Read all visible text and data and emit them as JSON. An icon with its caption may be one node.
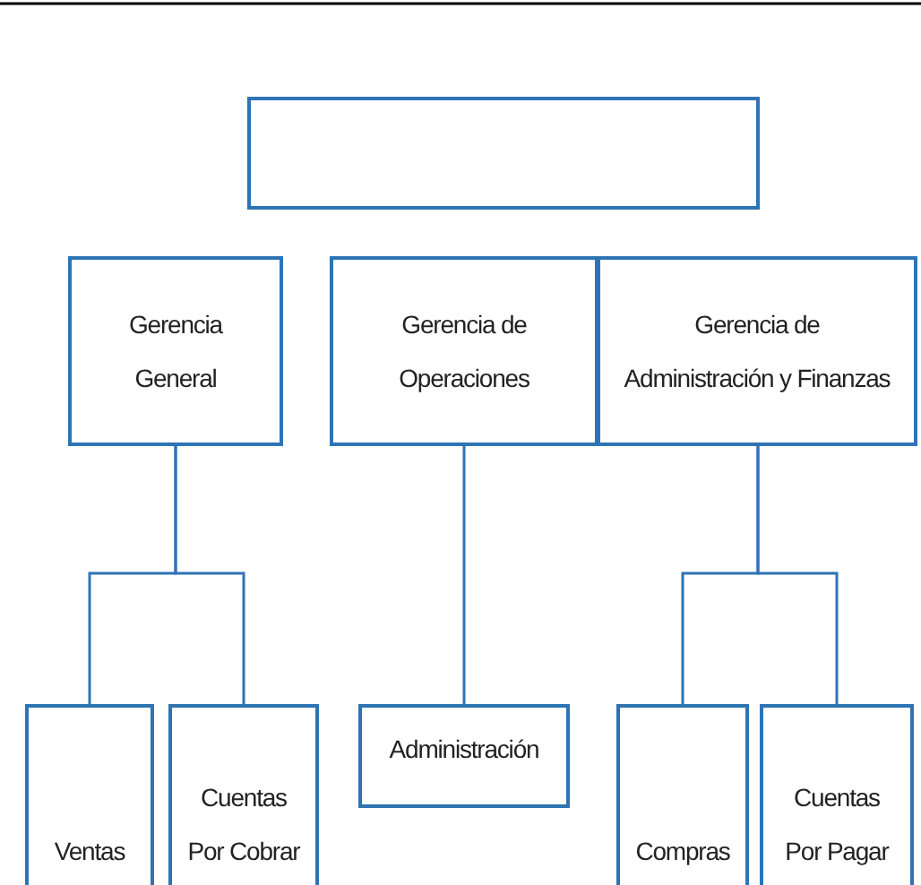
{
  "diagram": {
    "nodes": [
      {
        "text": [],
        "shape": "box"
      },
      {
        "text": [
          "Gerencia General"
        ]
      },
      {
        "text": [
          "Gerencia de Operaciones"
        ]
      },
      {
        "text": [
          "Gerencia de Administración y Finanzas"
        ]
      },
      {
        "text": [
          "Ventas"
        ]
      },
      {
        "text": [
          "Cuentas Por Cobrar"
        ]
      },
      {
        "text": [
          "Administración"
        ]
      },
      {
        "text": [
          "Compras"
        ]
      },
      {
        "text": [
          "Cuentas Por Pagar"
        ]
      }
    ],
    "edges": [
      {
        "from": 1,
        "to": 4,
        "arrow": "none"
      },
      {
        "from": 1,
        "to": 5,
        "arrow": "none"
      },
      {
        "from": 2,
        "to": 6,
        "arrow": "none"
      },
      {
        "from": 3,
        "to": 7,
        "arrow": "none"
      },
      {
        "from": 3,
        "to": 8,
        "arrow": "none"
      }
    ]
  }
}
